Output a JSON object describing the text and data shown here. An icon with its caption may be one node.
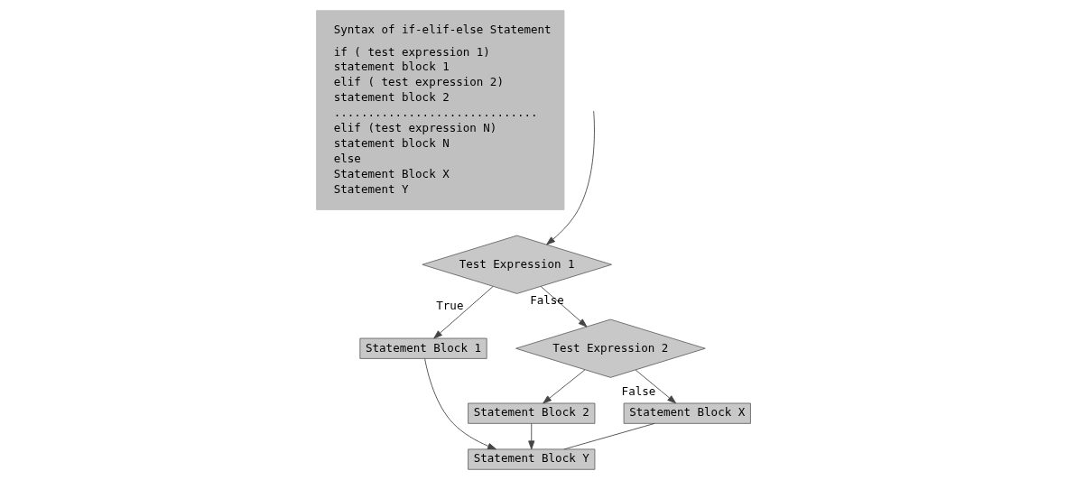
{
  "diagram": {
    "nodes": [
      {
        "text": [
          "Syntax of if-elif-else Statement",
          "if ( test expression 1)",
          "statement block 1",
          "elif ( test expression 2)",
          "statement block 2",
          "..............................",
          "elif (test expression N)",
          "statement block N",
          "else",
          "Statement Block X",
          "Statement Y"
        ]
      },
      {
        "text": [
          "Test Expression 1"
        ]
      },
      {
        "text": [
          "Statement Block 1"
        ]
      },
      {
        "text": [
          "Test Expression 2"
        ]
      },
      {
        "text": [
          "Statement Block 2"
        ]
      },
      {
        "text": [
          "Statement Block X"
        ]
      },
      {
        "text": [
          "Statement Block Y"
        ]
      }
    ],
    "edges": [
      {
        "from": null,
        "to": 1,
        "arrow": "to"
      },
      {
        "from": 1,
        "to": 2,
        "arrow": "to",
        "label": "True"
      },
      {
        "from": 1,
        "to": 3,
        "arrow": "to",
        "label": "False"
      },
      {
        "from": 3,
        "to": 4,
        "arrow": "to"
      },
      {
        "from": 3,
        "to": 5,
        "arrow": "to",
        "label": "False"
      },
      {
        "from": 2,
        "to": 6,
        "arrow": "to"
      },
      {
        "from": 4,
        "to": 6,
        "arrow": "to"
      },
      {
        "from": 5,
        "to": 6,
        "arrow": "none"
      }
    ]
  }
}
